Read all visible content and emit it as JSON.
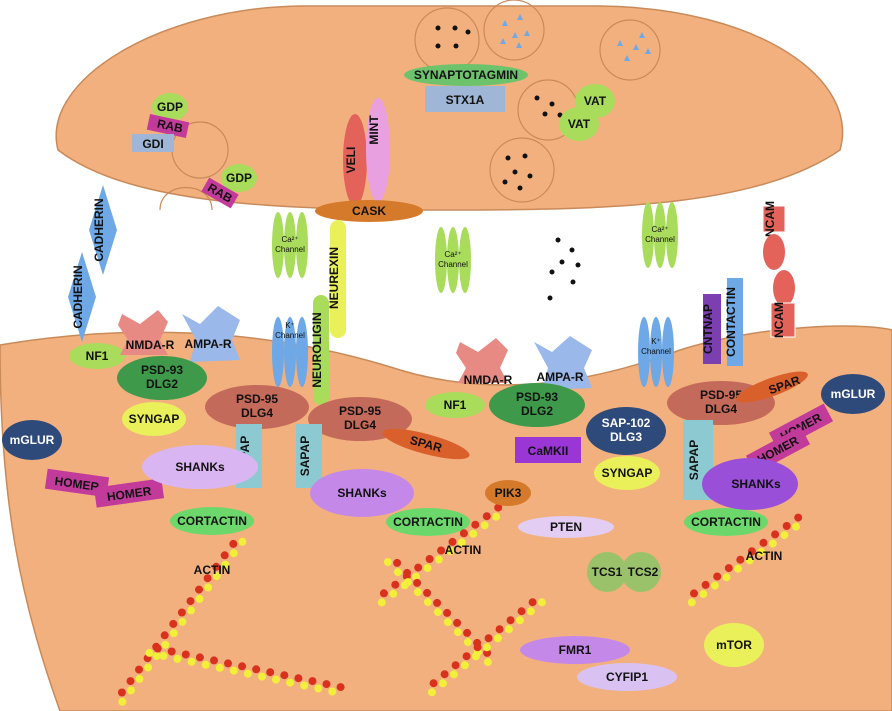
{
  "colors": {
    "membrane": "#f2b07e",
    "membrane_stroke": "#c98a5a",
    "green": "#a8dc5a",
    "blue": "#6ea8e6",
    "purple": "#7b3fb0",
    "magenta": "#c23b9b",
    "red": "#e3635b",
    "pink": "#e88aa0",
    "brown": "#c46a5a",
    "orange": "#d47a2a",
    "lilac": "#d9b6f2",
    "yellow": "#eaf05a",
    "teal": "#8dc9d0",
    "steel": "#9fb6d6",
    "navy": "#2e4a7a"
  },
  "presynaptic": {
    "synaptotagmin": "SYNAPTOTAGMIN",
    "stx1a": "STX1A",
    "vat_1": "VAT",
    "vat_2": "VAT",
    "gdp_1": "GDP",
    "rab_1": "RAB",
    "gdi": "GDI",
    "gdp_2": "GDP",
    "rab_2": "RAB",
    "veli": "VELI",
    "mint": "MINT",
    "cask": "CASK"
  },
  "cleft": {
    "cadherin_top": "CADHERIN",
    "cadherin_bottom": "CADHERIN",
    "neurexin": "NEUREXIN",
    "neuroligin": "NEUROLIGIN",
    "ca_channel_label": "Ca²⁺ Channel",
    "k_channel_label": "K⁺ Channel",
    "ncam_top": "NCAM",
    "ncam_bottom": "NCAM",
    "cntnap": "CNTNAP",
    "contactin_membrane": "CONTACTIN"
  },
  "postsynaptic": {
    "nf1_left": "NF1",
    "nmda_left": "NMDA-R",
    "ampa_left": "AMPA-R",
    "psd93_left": "PSD-93\nDLG2",
    "syngap_left": "SYNGAP",
    "psd95_a": "PSD-95\nDLG4",
    "psd95_b": "PSD-95\nDLG4",
    "spar_left": "SPAR",
    "mglur_left": "mGLUR",
    "homer_left_1": "HOMER",
    "homer_left_2": "HOMER",
    "shanks_1": "SHANKs",
    "sapap_1": "SAPAP",
    "sapap_2": "SAPAP",
    "shanks_2": "SHANKs",
    "cortactin_1": "CORTACTIN",
    "cortactin_2": "CORTACTIN",
    "cortactin_3": "CORTACTIN",
    "actin_1": "ACTIN",
    "actin_2": "ACTIN",
    "actin_3": "ACTIN",
    "nmda_mid": "NMDA-R",
    "ampa_mid": "AMPA-R",
    "nf1_mid": "NF1",
    "psd93_mid": "PSD-93\nDLG2",
    "camkii": "CaMKII",
    "pik3": "PIK3",
    "pten": "PTEN",
    "tcs1": "TCS1",
    "tcs2": "TCS2",
    "fmr1": "FMR1",
    "cyfip1": "CYFIP1",
    "mtor": "mTOR",
    "sap102": "SAP-102\nDLG3",
    "syngap_right": "SYNGAP",
    "psd95_c": "PSD-95\nDLG4",
    "spar_right": "SPAR",
    "mglur_right": "mGLUR",
    "homer_right_1": "HOMER",
    "homer_right_2": "HOMER",
    "sapap_3": "SAPAP",
    "shanks_3": "SHANKs"
  }
}
